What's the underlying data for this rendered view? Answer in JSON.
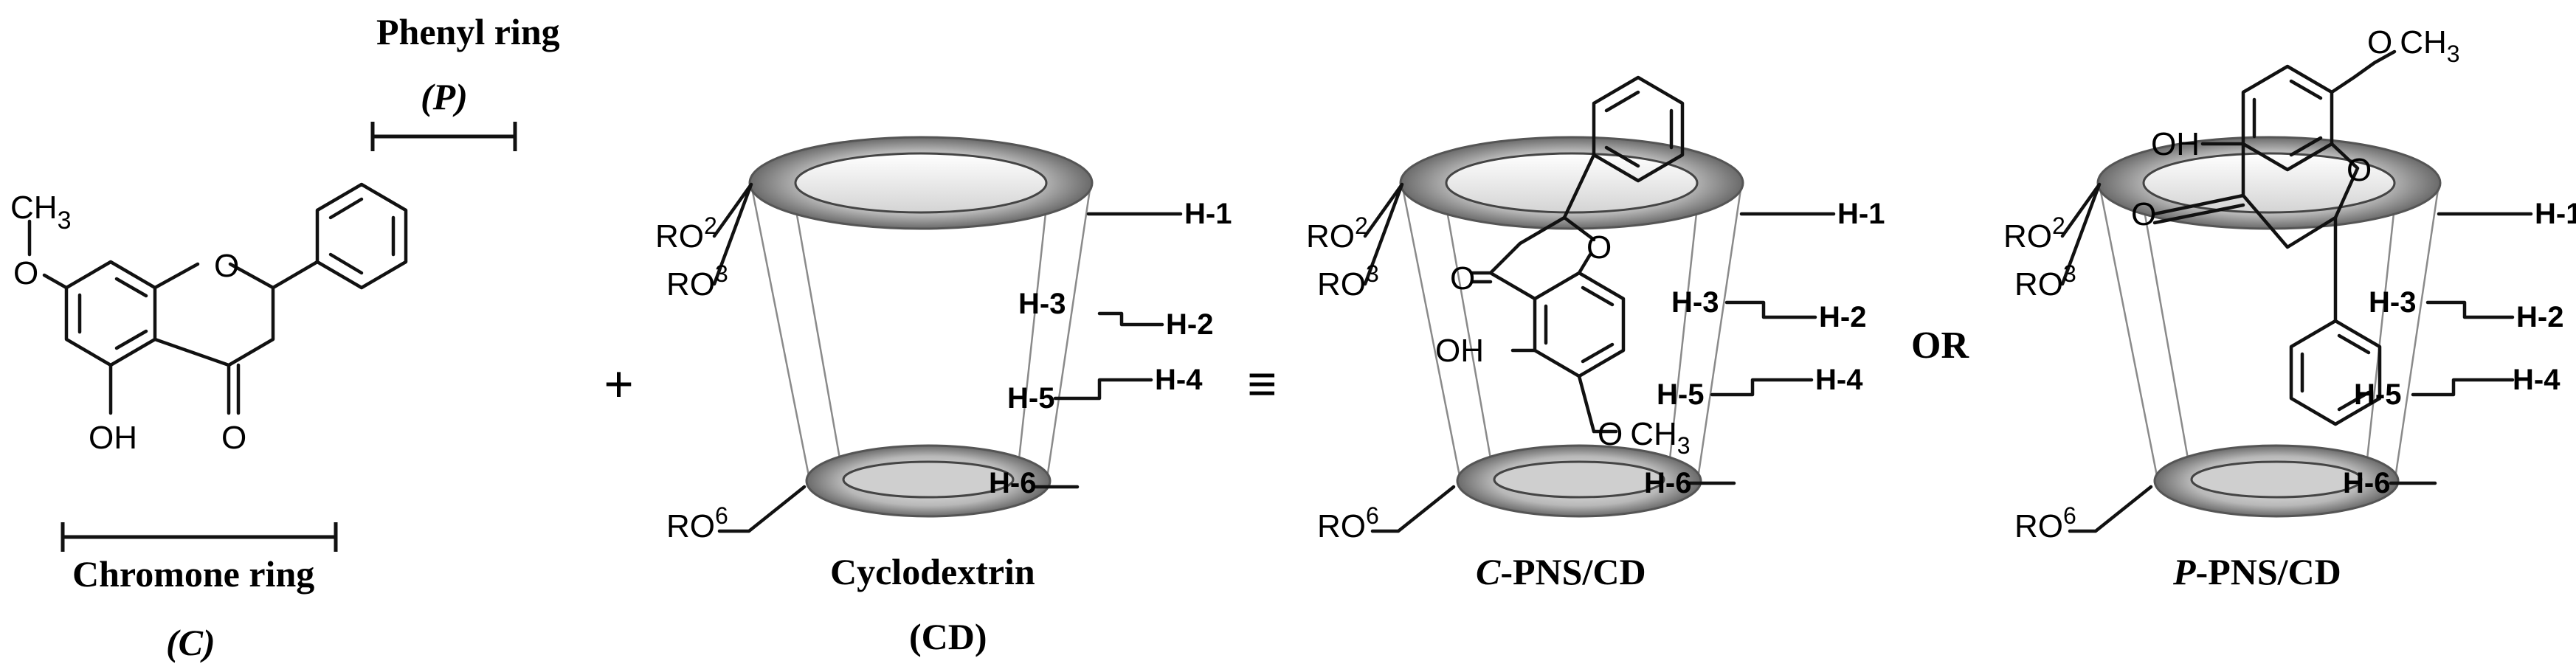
{
  "flavanone": {
    "phenyl_label": "Phenyl ring",
    "phenyl_abbr": "(P)",
    "chromone_label": "Chromone ring",
    "chromone_abbr": "(C)",
    "methyl": "CH",
    "methyl_sub": "3",
    "oxygen": "O",
    "hydroxyl": "OH"
  },
  "operators": {
    "plus": "+",
    "equiv": "≡",
    "or": "OR"
  },
  "cd_labels": {
    "ro2": "RO",
    "ro2_sup": "2",
    "ro3": "RO",
    "ro3_sup": "3",
    "ro6": "RO",
    "ro6_sup": "6",
    "h1": "H-1",
    "h2": "H-2",
    "h3": "H-3",
    "h4": "H-4",
    "h5": "H-5",
    "h6": "H-6"
  },
  "captions": {
    "cd_name": "Cyclodextrin",
    "cd_abbr": "(CD)",
    "c_complex_prefix": "C",
    "c_complex_suffix": "-PNS/CD",
    "p_complex_prefix": "P",
    "p_complex_suffix": "-PNS/CD"
  },
  "colors": {
    "ring_dark": "#6e6e6e",
    "ring_light": "#d9d9d9",
    "cavity": "#e6e6e6"
  }
}
